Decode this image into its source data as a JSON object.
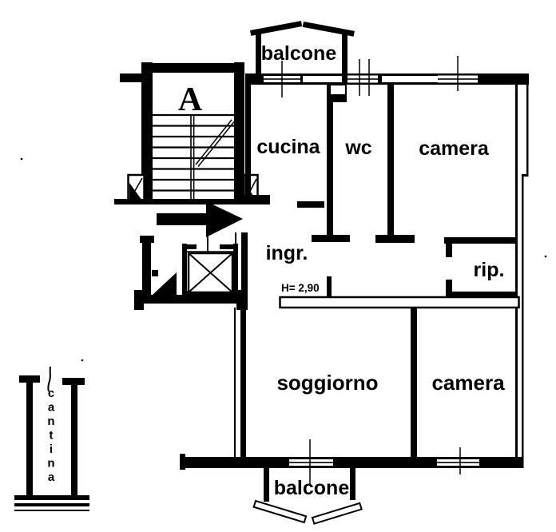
{
  "plan": {
    "staircase_label": "A",
    "ceiling_height_label": "H= 2,90",
    "rooms": {
      "balcone_top": "balcone",
      "cucina": "cucina",
      "wc": "wc",
      "camera_top": "camera",
      "ingresso": "ingr.",
      "ripostiglio": "rip.",
      "soggiorno": "soggiorno",
      "camera_bottom": "camera",
      "balcone_bottom": "balcone"
    },
    "cantina": {
      "name": "cantina",
      "letters": [
        "c",
        "a",
        "n",
        "t",
        "i",
        "n",
        "a"
      ]
    },
    "colors": {
      "line": "#000000",
      "background": "#ffffff"
    }
  }
}
